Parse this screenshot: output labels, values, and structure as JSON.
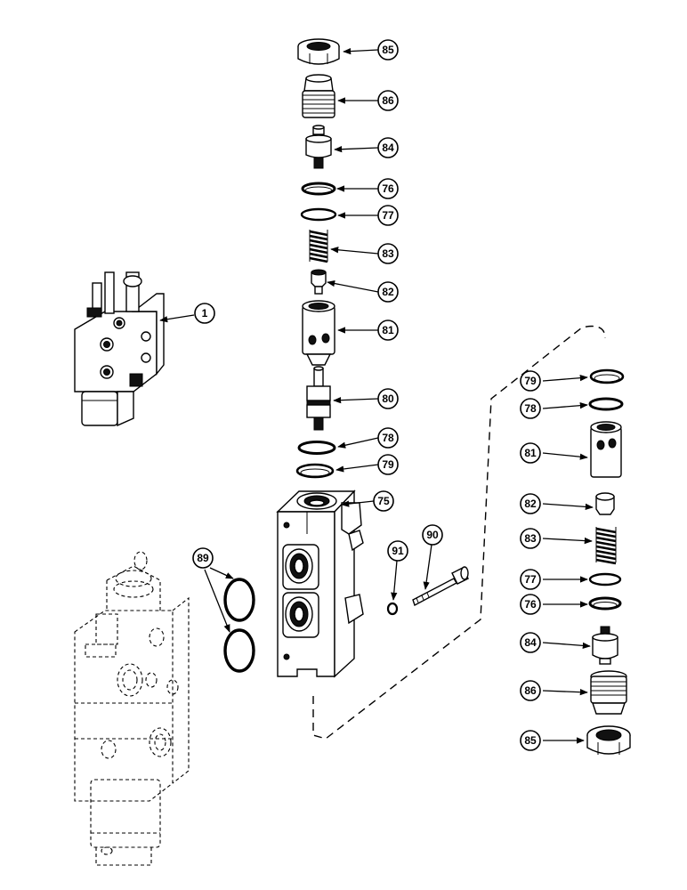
{
  "callouts": {
    "c85_top": "85",
    "c86_top": "86",
    "c84_top": "84",
    "c76_top": "76",
    "c77_top": "77",
    "c83_top": "83",
    "c82_top": "82",
    "c81_top": "81",
    "c80": "80",
    "c78_mid": "78",
    "c79_mid": "79",
    "c75": "75",
    "c1": "1",
    "c89": "89",
    "c91": "91",
    "c90": "90",
    "c79_r": "79",
    "c78_r": "78",
    "c81_r": "81",
    "c82_r": "82",
    "c83_r": "83",
    "c77_r": "77",
    "c76_r": "76",
    "c84_r": "84",
    "c86_r": "86",
    "c85_r": "85"
  }
}
